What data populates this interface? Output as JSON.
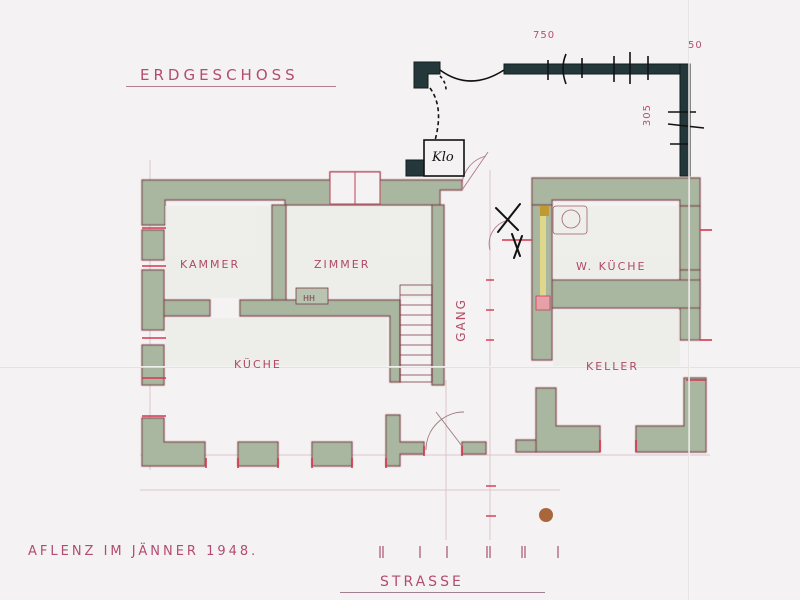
{
  "drawing": {
    "title": "ERDGESCHOSS",
    "caption": "AFLENZ IM JÄNNER 1948.",
    "street_label": "STRASSE",
    "annotation_klo": "Klo",
    "dimension_width": "750",
    "dimension_depth": "305",
    "dimension_corner": "50"
  },
  "rooms": [
    {
      "id": "kammer",
      "label": "KAMMER"
    },
    {
      "id": "zimmer",
      "label": "ZIMMER"
    },
    {
      "id": "gang",
      "label": "GANG"
    },
    {
      "id": "w-kueche",
      "label": "W. KÜCHE"
    },
    {
      "id": "kueche",
      "label": "KÜCHE"
    },
    {
      "id": "keller",
      "label": "KELLER"
    }
  ],
  "colors": {
    "paper": "#f4f2f2",
    "wall_fill": "#a9b7a0",
    "wall_line": "#7a3a44",
    "red_ink": "#d8364f",
    "dark_ink": "#22363a",
    "label_ink": "#b24c72"
  }
}
